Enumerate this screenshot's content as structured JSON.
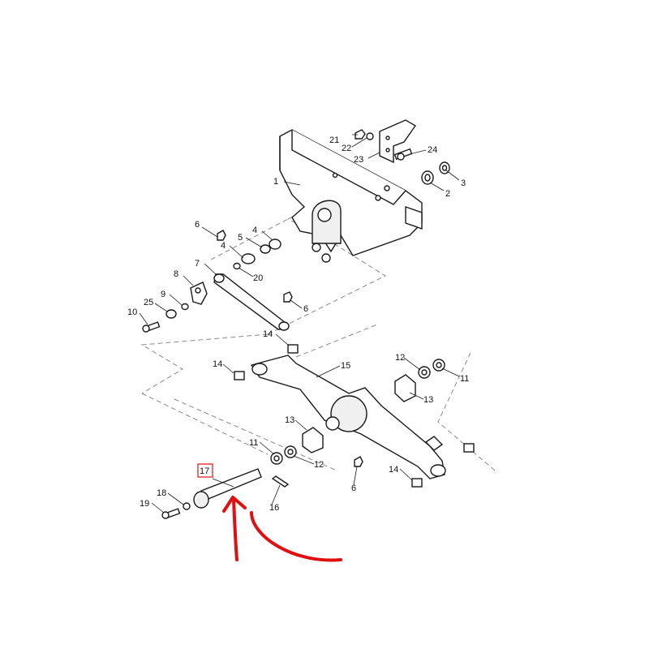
{
  "diagram": {
    "callouts": [
      {
        "label": "1"
      },
      {
        "label": "2"
      },
      {
        "label": "3"
      },
      {
        "label": "4"
      },
      {
        "label": "4"
      },
      {
        "label": "5"
      },
      {
        "label": "6"
      },
      {
        "label": "6"
      },
      {
        "label": "6"
      },
      {
        "label": "7"
      },
      {
        "label": "8"
      },
      {
        "label": "9"
      },
      {
        "label": "10"
      },
      {
        "label": "11"
      },
      {
        "label": "11"
      },
      {
        "label": "12"
      },
      {
        "label": "12"
      },
      {
        "label": "13"
      },
      {
        "label": "13"
      },
      {
        "label": "14"
      },
      {
        "label": "14"
      },
      {
        "label": "14"
      },
      {
        "label": "15"
      },
      {
        "label": "16"
      },
      {
        "label": "17"
      },
      {
        "label": "18"
      },
      {
        "label": "19"
      },
      {
        "label": "20"
      },
      {
        "label": "21"
      },
      {
        "label": "22"
      },
      {
        "label": "23"
      },
      {
        "label": "24"
      },
      {
        "label": "25"
      }
    ],
    "highlighted_callout": "17",
    "arrow_color": "#e01010"
  }
}
